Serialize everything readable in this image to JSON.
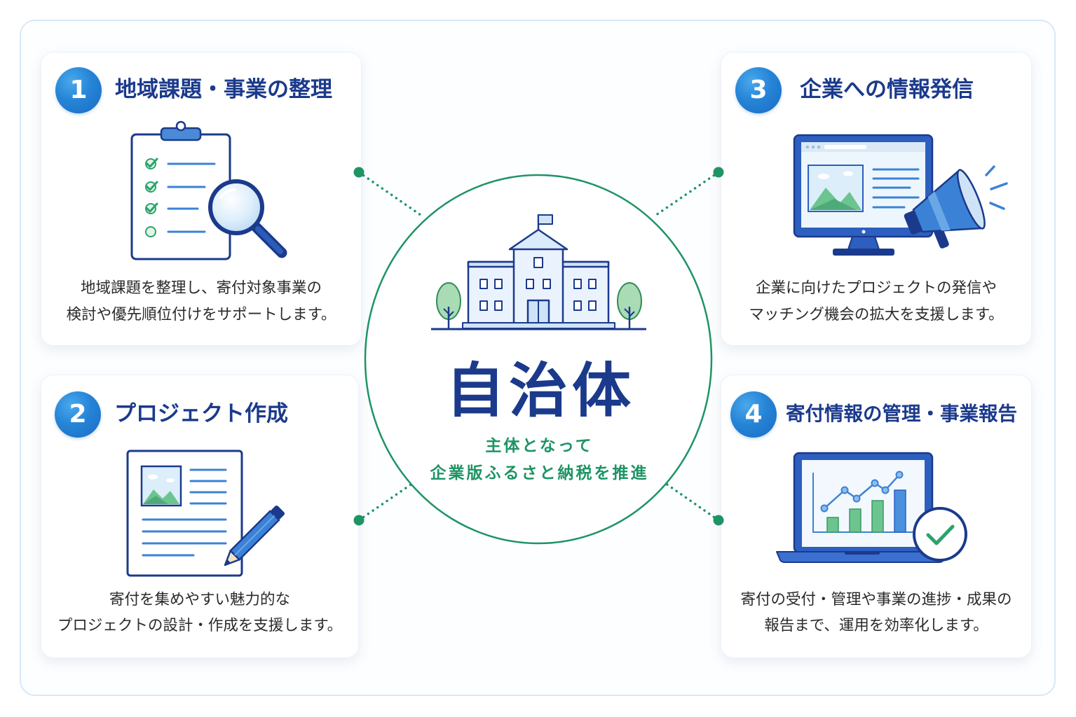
{
  "center": {
    "title": "自治体",
    "subtitle_lines": [
      "主体となって",
      "企業版ふるさと納税を推進"
    ],
    "icon": "school-building-icon"
  },
  "cards": [
    {
      "number": "1",
      "title": "地域課題・事業の整理",
      "description": [
        "地域課題を整理し、寄付対象事業の",
        "検討や優先順位付けをサポートします。"
      ],
      "icons": [
        "clipboard-checklist-icon",
        "magnifying-glass-icon"
      ]
    },
    {
      "number": "2",
      "title": "プロジェクト作成",
      "description": [
        "寄付を集めやすい魅力的な",
        "プロジェクトの設計・作成を支援します。"
      ],
      "icons": [
        "document-icon",
        "pencil-icon"
      ]
    },
    {
      "number": "3",
      "title": "企業への情報発信",
      "description": [
        "企業に向けたプロジェクトの発信や",
        "マッチング機会の拡大を支援します。"
      ],
      "icons": [
        "monitor-icon",
        "megaphone-icon"
      ]
    },
    {
      "number": "4",
      "title": "寄付情報の管理・事業報告",
      "description": [
        "寄付の受付・管理や事業の進捗・成果の",
        "報告まで、運用を効率化します。"
      ],
      "icons": [
        "laptop-chart-icon",
        "check-circle-icon"
      ]
    }
  ],
  "colors": {
    "navy": "#1b3a8c",
    "blue": "#1f78d1",
    "green": "#1e9464",
    "text": "#2a2a2a"
  }
}
